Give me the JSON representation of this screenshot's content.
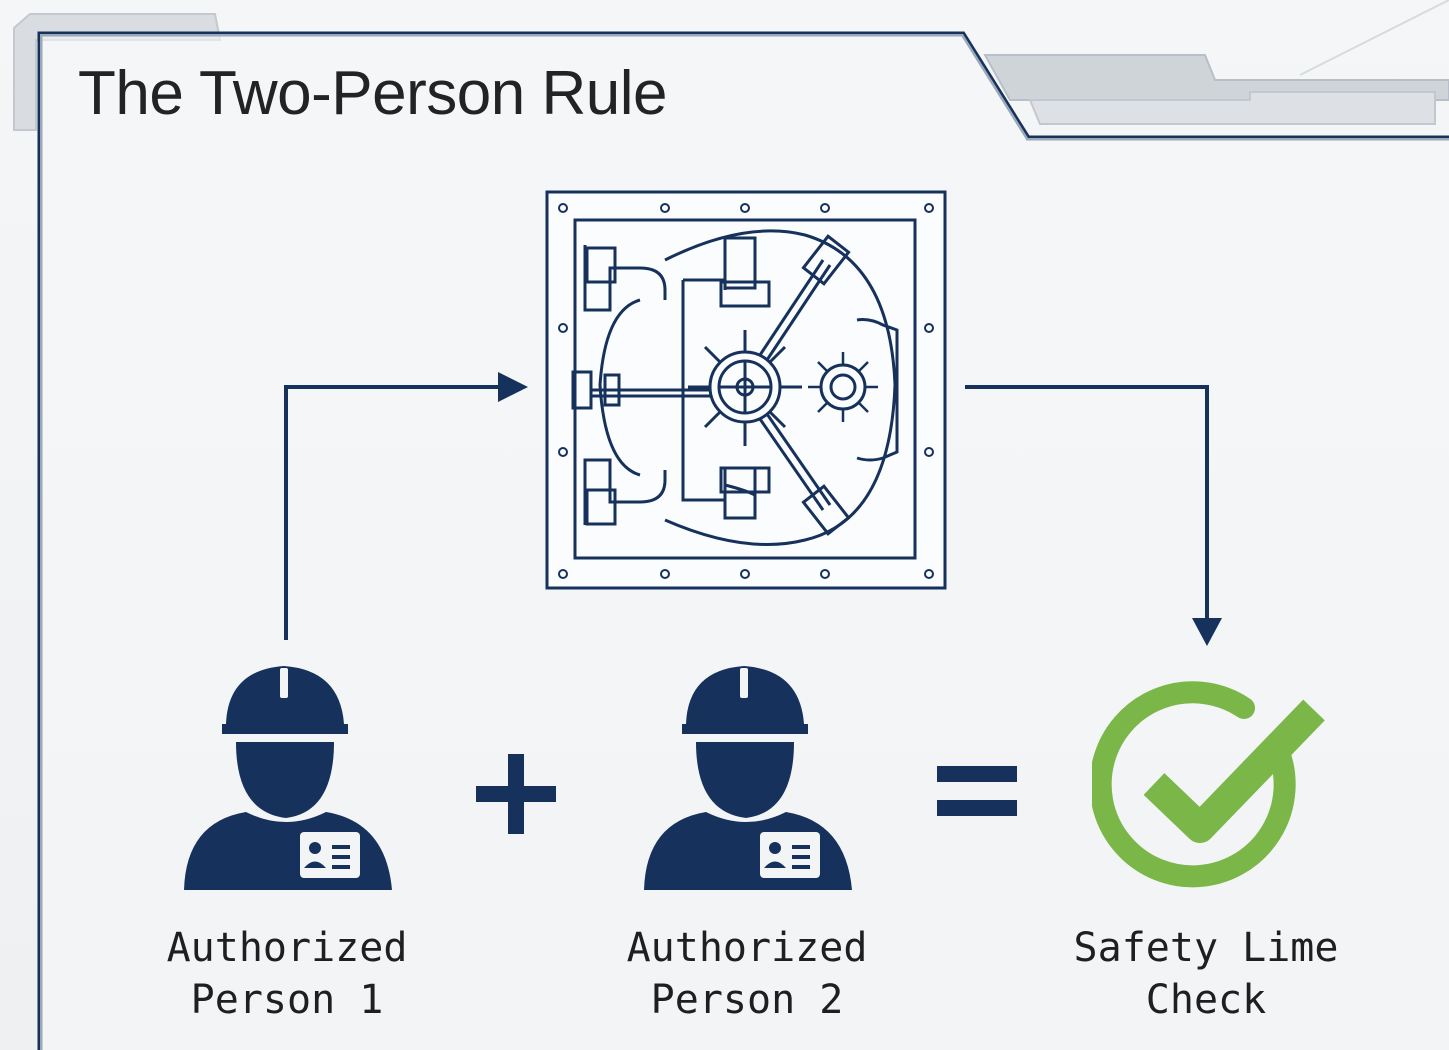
{
  "title": "The Two-Person Rule",
  "people": [
    {
      "label_line1": "Authorized",
      "label_line2": "Person 1",
      "icon": "worker-hardhat-badge-icon"
    },
    {
      "label_line1": "Authorized",
      "label_line2": "Person 2",
      "icon": "worker-hardhat-badge-icon"
    }
  ],
  "result": {
    "label_line1": "Safety Lime",
    "label_line2": "Check",
    "icon": "green-checkmark-circle-icon"
  },
  "operators": {
    "plus": "plus-icon",
    "equals": "equals-icon"
  },
  "center_icon": "bank-vault-door-icon",
  "colors": {
    "navy": "#16325c",
    "check_green": "#7ab648",
    "background": "#f2f4f5",
    "text": "#232323"
  }
}
